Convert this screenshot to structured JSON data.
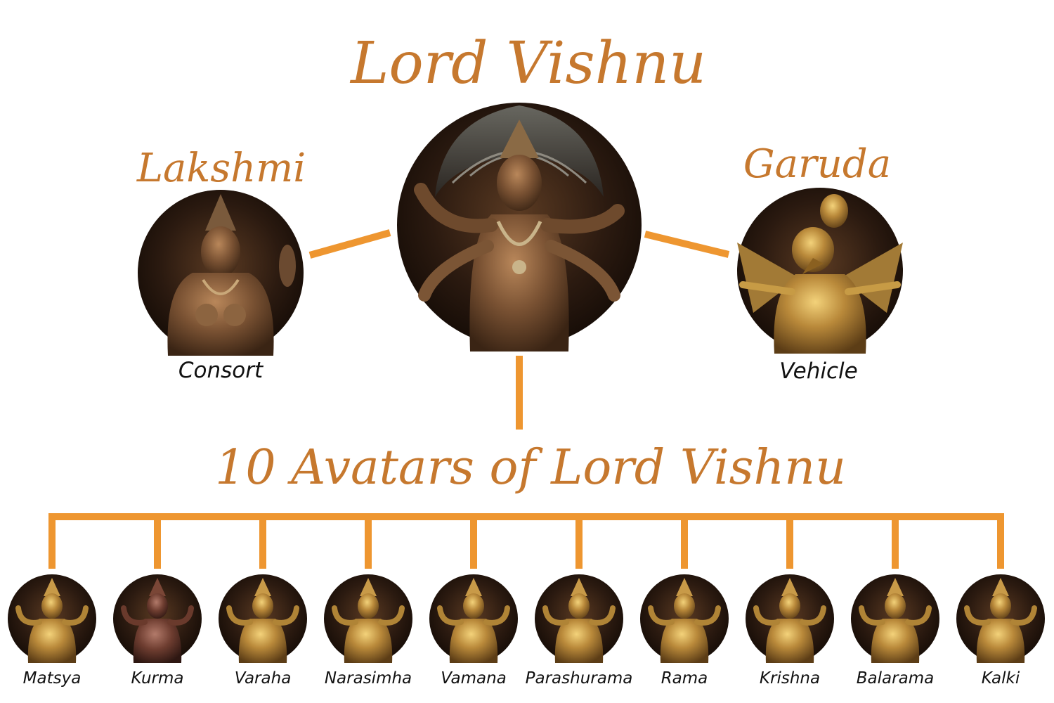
{
  "colors": {
    "accent_title": "#c6782e",
    "connector": "#ee9630",
    "caption_text": "#111111",
    "background": "#ffffff"
  },
  "main": {
    "title": "Lord Vishnu",
    "image_icon": "vishnu-statue-icon"
  },
  "consort": {
    "title": "Lakshmi",
    "caption": "Consort",
    "image_icon": "lakshmi-statue-icon"
  },
  "vehicle": {
    "title": "Garuda",
    "caption": "Vehicle",
    "image_icon": "garuda-statue-icon"
  },
  "avatars_section": {
    "title": "10 Avatars of Lord Vishnu",
    "items": [
      {
        "name": "Matsya",
        "image_icon": "matsya-statue-icon"
      },
      {
        "name": "Kurma",
        "image_icon": "kurma-statue-icon"
      },
      {
        "name": "Varaha",
        "image_icon": "varaha-statue-icon"
      },
      {
        "name": "Narasimha",
        "image_icon": "narasimha-statue-icon"
      },
      {
        "name": "Vamana",
        "image_icon": "vamana-statue-icon"
      },
      {
        "name": "Parashurama",
        "image_icon": "parashurama-statue-icon"
      },
      {
        "name": "Rama",
        "image_icon": "rama-statue-icon"
      },
      {
        "name": "Krishna",
        "image_icon": "krishna-statue-icon"
      },
      {
        "name": "Balarama",
        "image_icon": "balarama-statue-icon"
      },
      {
        "name": "Kalki",
        "image_icon": "kalki-statue-icon"
      }
    ]
  }
}
